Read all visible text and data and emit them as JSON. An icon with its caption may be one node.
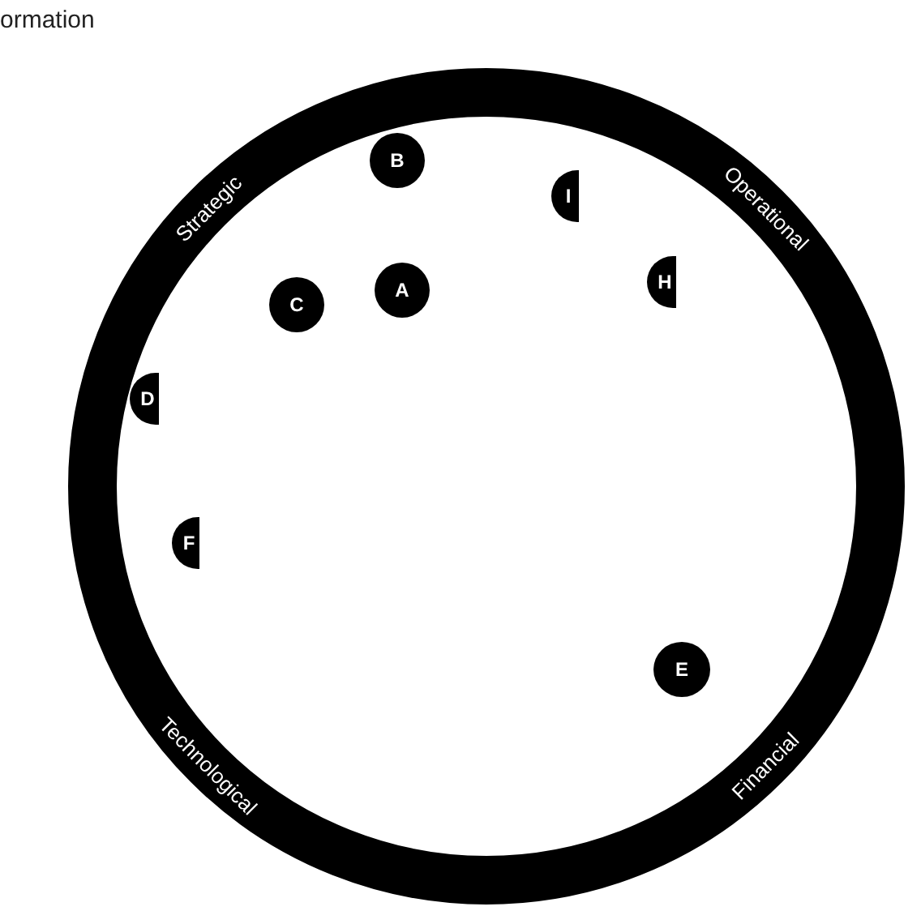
{
  "diagram": {
    "title": "ormation",
    "nodes": [
      {
        "text": [
          "Strategic",
          "Operational",
          "Technological",
          "Financial"
        ]
      },
      {
        "text": [
          "B"
        ],
        "in": 0
      },
      {
        "text": [
          "I"
        ],
        "in": 0
      },
      {
        "text": [
          "H"
        ],
        "in": 0
      },
      {
        "text": [
          "A"
        ],
        "in": 0
      },
      {
        "text": [
          "C"
        ],
        "in": 0
      },
      {
        "text": [
          "D"
        ],
        "in": 0
      },
      {
        "text": [
          "F"
        ],
        "in": 0
      },
      {
        "text": [
          "E"
        ],
        "in": 0
      }
    ]
  }
}
